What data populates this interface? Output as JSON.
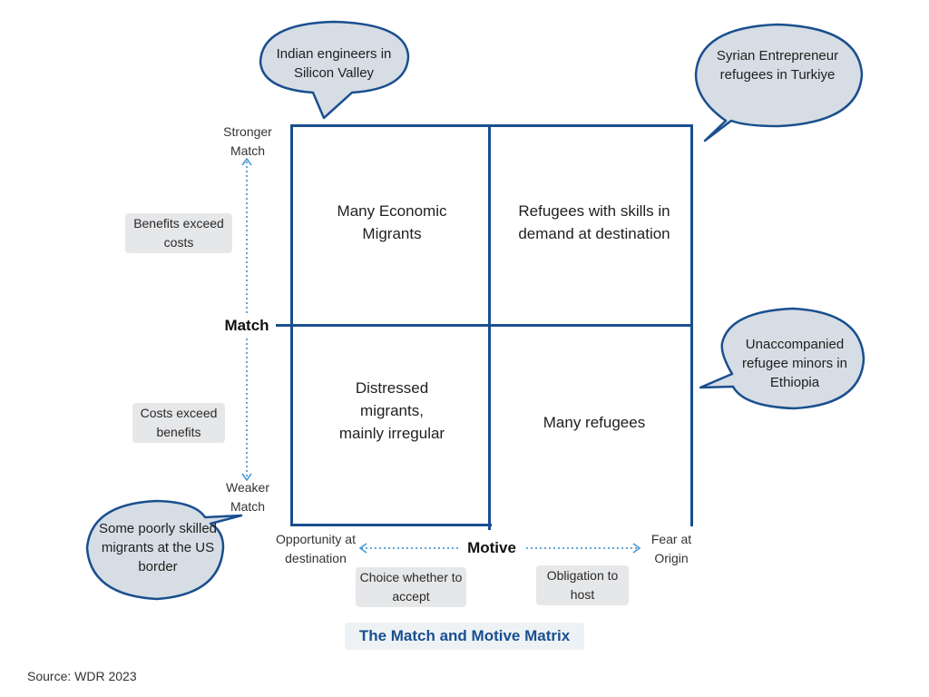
{
  "bubbles": {
    "top_left": "Indian engineers in Silicon Valley",
    "top_right": "Syrian Entrepreneur refugees in Turkiye",
    "middle_right": "Unaccompanied refugee minors in Ethiopia",
    "bottom_left": "Some poorly skilled migrants at the US border"
  },
  "quadrants": {
    "top_left": "Many Economic Migrants",
    "top_right": "Refugees with skills in demand at destination",
    "bottom_left": "Distressed migrants, mainly irregular",
    "bottom_right": "Many refugees"
  },
  "y_axis": {
    "title": "Match",
    "top": "Stronger Match",
    "bottom": "Weaker Match",
    "tag_top": "Benefits exceed costs",
    "tag_bottom": "Costs exceed benefits"
  },
  "x_axis": {
    "title": "Motive",
    "left": "Opportunity at destination",
    "right": "Fear at Origin",
    "tag_left": "Choice whether to accept",
    "tag_right": "Obligation to host"
  },
  "caption": "The Match and Motive Matrix",
  "source": "Source: WDR 2023",
  "colors": {
    "matrix_blue": "#1a4f8f",
    "bubble_fill": "#d6dde4",
    "arrow_blue": "#4a9bd1",
    "tag_gray": "#e6e7e9"
  }
}
